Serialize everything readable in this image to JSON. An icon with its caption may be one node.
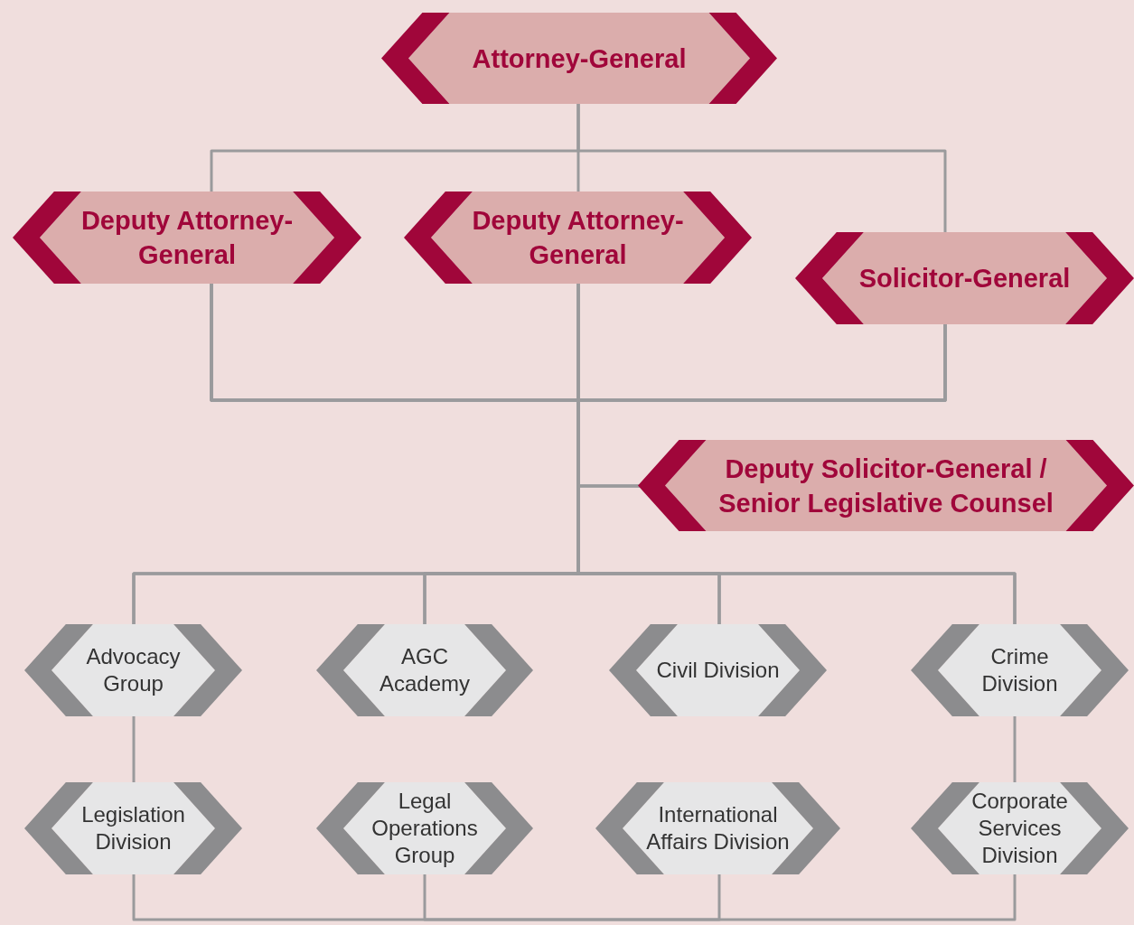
{
  "diagram": {
    "nodes": [
      {
        "text": [
          "Attorney-General"
        ]
      },
      {
        "text": [
          "Deputy Attorney-General"
        ]
      },
      {
        "text": [
          "Deputy Attorney-General"
        ]
      },
      {
        "text": [
          "Solicitor-General"
        ]
      },
      {
        "text": [
          "Deputy Solicitor-General / Senior Legislative Counsel"
        ]
      },
      {
        "text": [
          "Advocacy Group"
        ]
      },
      {
        "text": [
          "AGC Academy"
        ]
      },
      {
        "text": [
          "Civil Division"
        ]
      },
      {
        "text": [
          "Crime Division"
        ]
      },
      {
        "text": [
          "Legislation Division"
        ]
      },
      {
        "text": [
          "Legal Operations Group"
        ]
      },
      {
        "text": [
          "International Affairs Division"
        ]
      },
      {
        "text": [
          "Corporate Services Division"
        ]
      }
    ],
    "edges": [
      {
        "from": 0,
        "to": 1,
        "arrow": "none"
      },
      {
        "from": 0,
        "to": 2,
        "arrow": "none"
      },
      {
        "from": 0,
        "to": 3,
        "arrow": "none"
      },
      {
        "from": 1,
        "to": 4,
        "arrow": "none"
      },
      {
        "from": 2,
        "to": 4,
        "arrow": "none"
      },
      {
        "from": 3,
        "to": 4,
        "arrow": "none"
      },
      {
        "from": 1,
        "to": 5,
        "arrow": "none"
      },
      {
        "from": 1,
        "to": 6,
        "arrow": "none"
      },
      {
        "from": 1,
        "to": 7,
        "arrow": "none"
      },
      {
        "from": 1,
        "to": 8,
        "arrow": "none"
      },
      {
        "from": 2,
        "to": 5,
        "arrow": "none"
      },
      {
        "from": 2,
        "to": 6,
        "arrow": "none"
      },
      {
        "from": 2,
        "to": 7,
        "arrow": "none"
      },
      {
        "from": 2,
        "to": 8,
        "arrow": "none"
      },
      {
        "from": 3,
        "to": 5,
        "arrow": "none"
      },
      {
        "from": 3,
        "to": 6,
        "arrow": "none"
      },
      {
        "from": 3,
        "to": 7,
        "arrow": "none"
      },
      {
        "from": 3,
        "to": 8,
        "arrow": "none"
      },
      {
        "from": 5,
        "to": 9,
        "arrow": "none"
      },
      {
        "from": 8,
        "to": 12,
        "arrow": "none"
      },
      {
        "from": 9,
        "to": null,
        "arrow": "none"
      },
      {
        "from": 10,
        "to": null,
        "arrow": "none"
      },
      {
        "from": 11,
        "to": null,
        "arrow": "none"
      },
      {
        "from": 12,
        "to": null,
        "arrow": "none"
      }
    ]
  }
}
